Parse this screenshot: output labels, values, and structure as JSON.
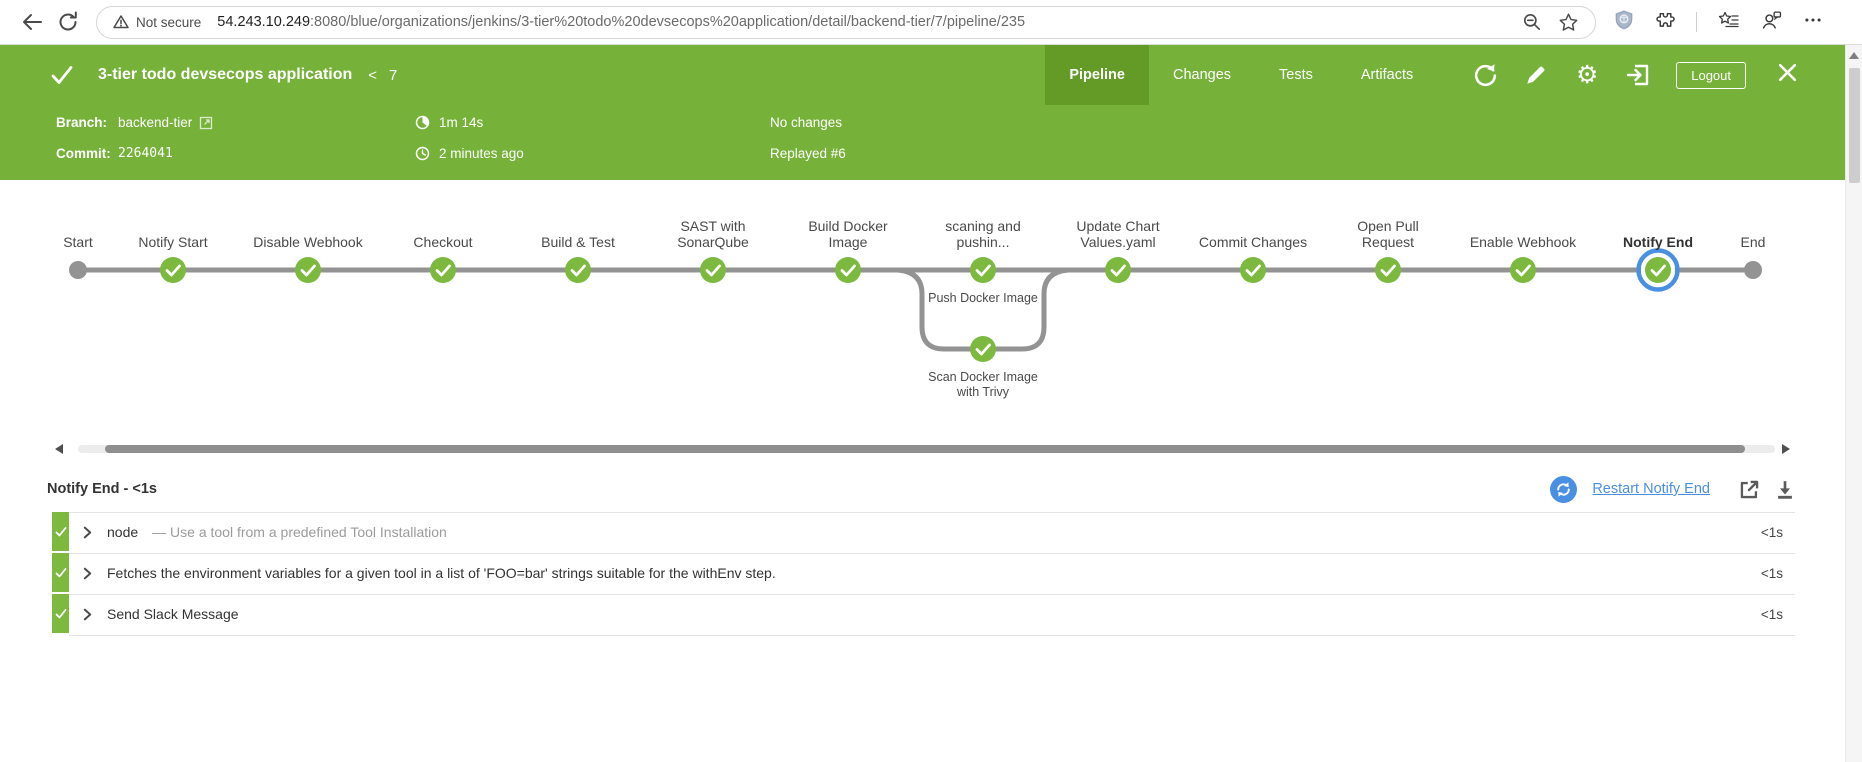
{
  "browser": {
    "not_secure_label": "Not secure",
    "url_host": "54.243.10.249",
    "url_path": ":8080/blue/organizations/jenkins/3-tier%20todo%20devsecops%20application/detail/backend-tier/7/pipeline/235"
  },
  "header": {
    "title": "3-tier todo devsecops application",
    "run_chevron": "<",
    "run_number": "7",
    "tabs": [
      {
        "label": "Pipeline",
        "active": true
      },
      {
        "label": "Changes",
        "active": false
      },
      {
        "label": "Tests",
        "active": false
      },
      {
        "label": "Artifacts",
        "active": false
      }
    ],
    "logout_label": "Logout"
  },
  "run_info": {
    "branch_label": "Branch:",
    "branch_value": "backend-tier",
    "commit_label": "Commit:",
    "commit_value": "2264041",
    "duration": "1m 14s",
    "started": "2 minutes ago",
    "changes": "No changes",
    "replay": "Replayed #6"
  },
  "pipeline": {
    "stages": [
      {
        "name": "Start",
        "type": "terminal"
      },
      {
        "name": "Notify Start",
        "type": "stage",
        "status": "success"
      },
      {
        "name": "Disable Webhook",
        "type": "stage",
        "status": "success"
      },
      {
        "name": "Checkout",
        "type": "stage",
        "status": "success"
      },
      {
        "name": "Build & Test",
        "type": "stage",
        "status": "success"
      },
      {
        "name": "SAST with SonarQube",
        "type": "stage",
        "status": "success"
      },
      {
        "name": "Build Docker Image",
        "type": "stage",
        "status": "success"
      },
      {
        "name": "scaning and pushin...",
        "type": "parallel",
        "status": "success"
      },
      {
        "name": "Update Chart Values.yaml",
        "type": "stage",
        "status": "success"
      },
      {
        "name": "Commit Changes",
        "type": "stage",
        "status": "success"
      },
      {
        "name": "Open Pull Request",
        "type": "stage",
        "status": "success"
      },
      {
        "name": "Enable Webhook",
        "type": "stage",
        "status": "success"
      },
      {
        "name": "Notify End",
        "type": "stage",
        "status": "success",
        "selected": true
      },
      {
        "name": "End",
        "type": "terminal"
      }
    ],
    "parallel": {
      "branches": [
        {
          "name": "Push Docker Image",
          "status": "success"
        },
        {
          "name": "Scan Docker Image with Trivy",
          "status": "success"
        }
      ]
    },
    "selected_stage": "Notify End"
  },
  "steps": {
    "title": "Notify End - <1s",
    "restart_label": "Restart Notify End",
    "rows": [
      {
        "name": "node",
        "desc": "— Use a tool from a predefined Tool Installation",
        "duration": "<1s"
      },
      {
        "name": "Fetches the environment variables for a given tool in a list of 'FOO=bar' strings suitable for the withEnv step.",
        "desc": "",
        "duration": "<1s"
      },
      {
        "name": "Send Slack Message",
        "desc": "",
        "duration": "<1s"
      }
    ]
  },
  "colors": {
    "header_green": "#76b13a",
    "active_tab_green": "#649b27",
    "node_success_green": "#7cb93e",
    "selected_ring_blue": "#4a90e2",
    "link_blue": "#4a90e2",
    "connector_gray": "#949393"
  }
}
